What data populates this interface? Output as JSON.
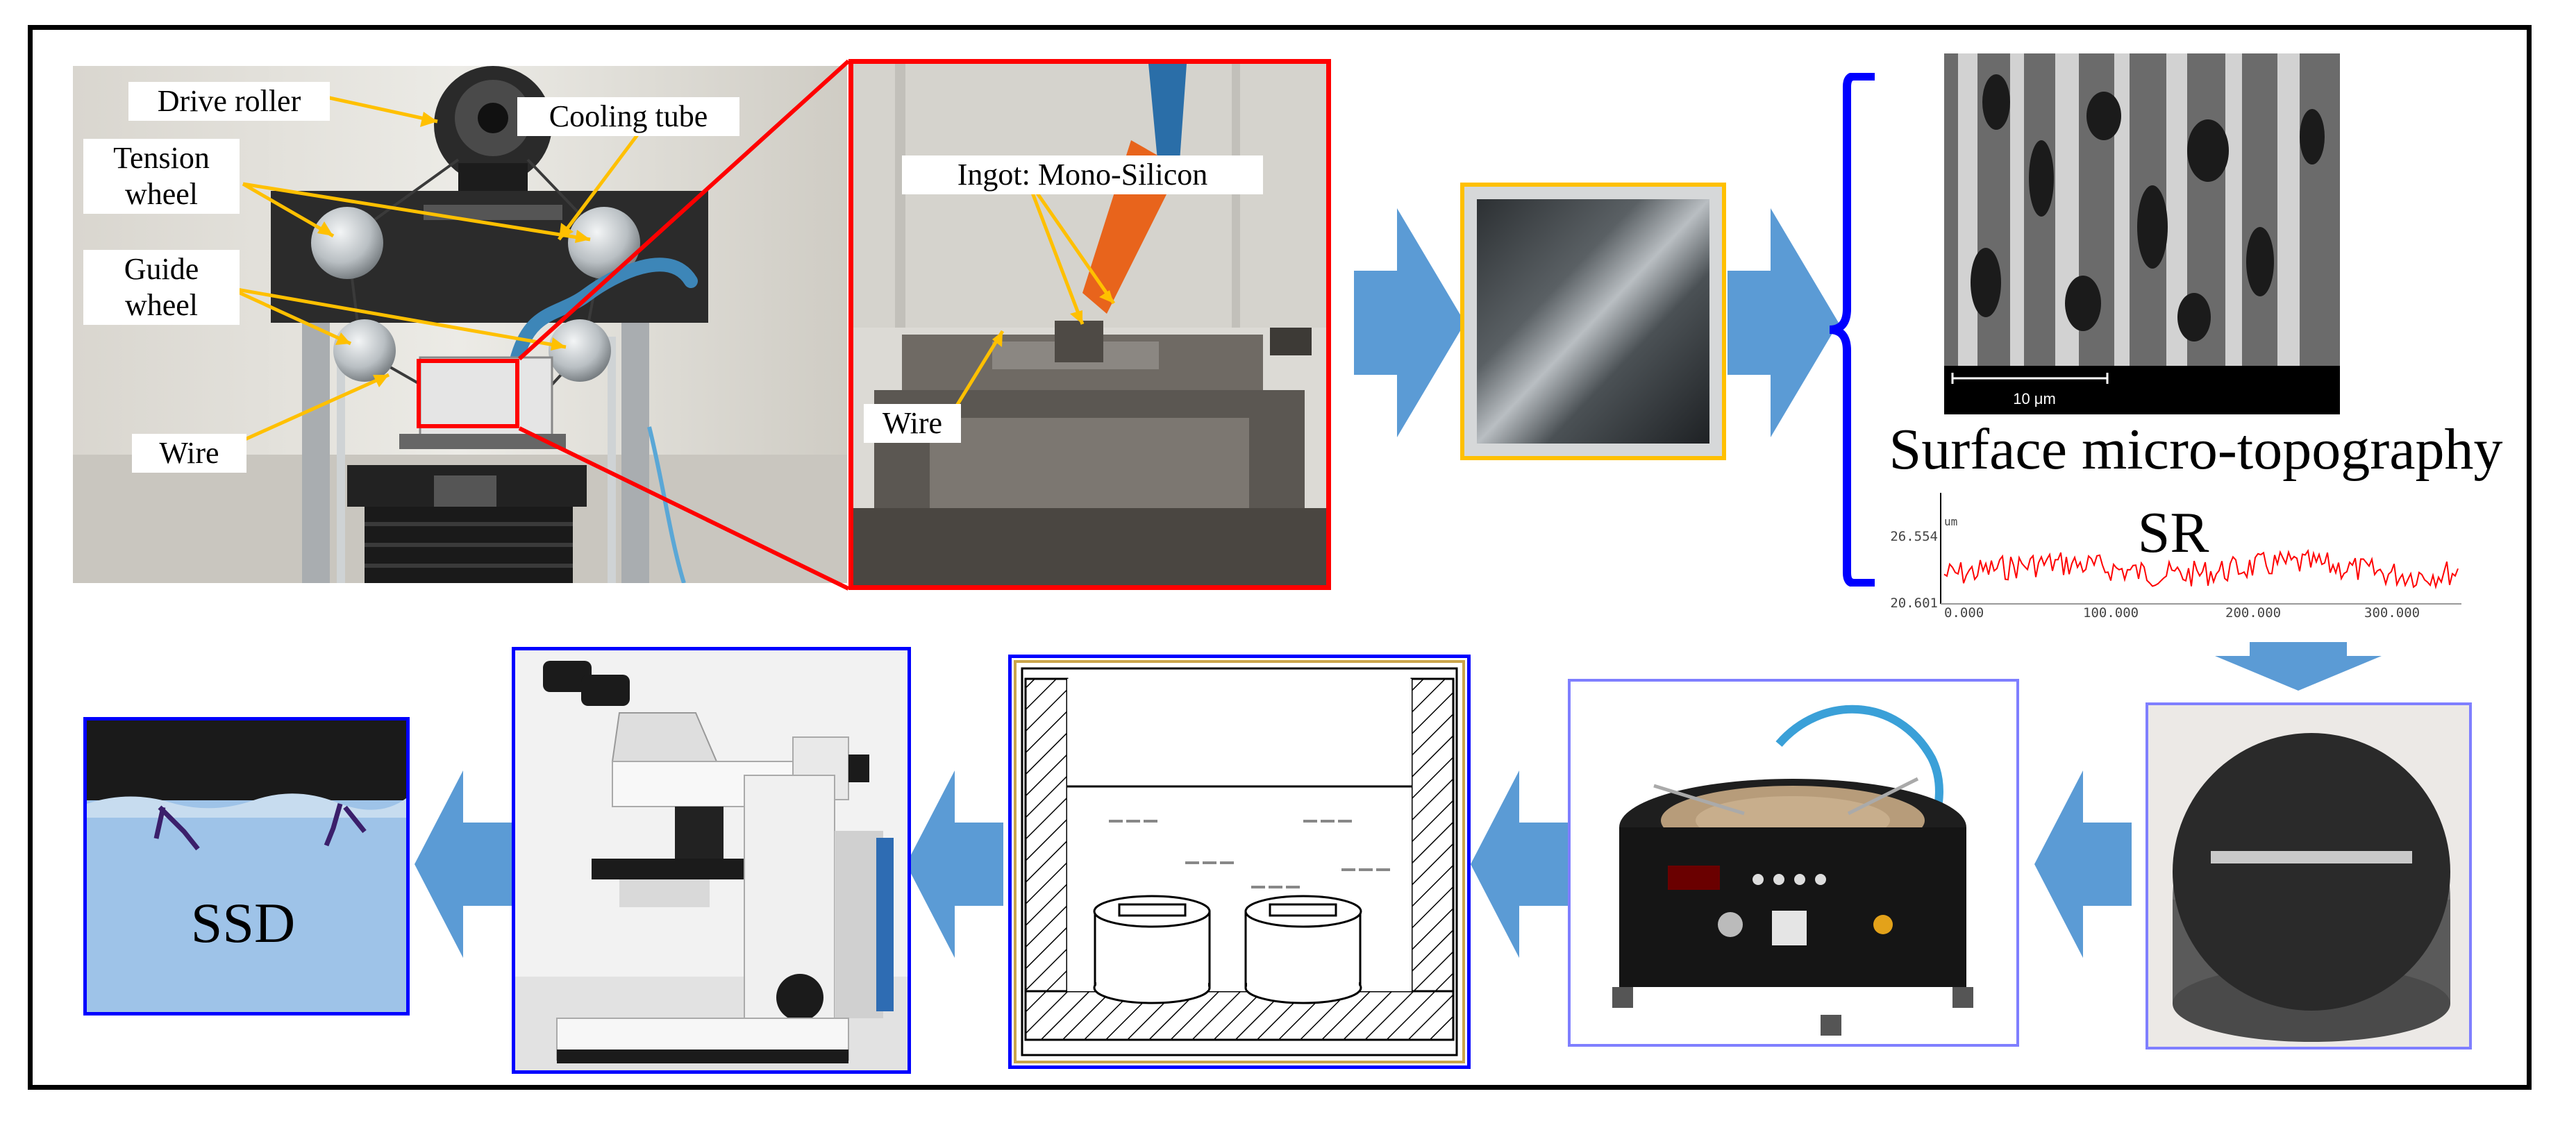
{
  "test_rig": {
    "labels": {
      "drive_roller": "Drive roller",
      "cooling_tube": "Cooling tube",
      "tension_wheel": "Tension wheel",
      "guide_wheel": "Guide wheel",
      "wire": "Wire"
    }
  },
  "zoom": {
    "ingot": "Ingot: Mono-Silicon",
    "wire": "Wire"
  },
  "analysis": {
    "topography_title": "Surface micro-topography",
    "sem_scale": "10 μm",
    "sr_title": "SR",
    "profile": {
      "unit": "um",
      "y_ticks": [
        "26.554",
        "20.601"
      ],
      "x_ticks": [
        "0.000",
        "100.000",
        "200.000",
        "300.000"
      ]
    }
  },
  "ssd": {
    "label": "SSD"
  },
  "colors": {
    "arrow": "#5b9bd5",
    "red_frame": "#ff0000",
    "blue_frame": "#0000ff",
    "callout_line": "#ffc000",
    "profile_line": "#ff0000",
    "brace": "#0000ff"
  }
}
